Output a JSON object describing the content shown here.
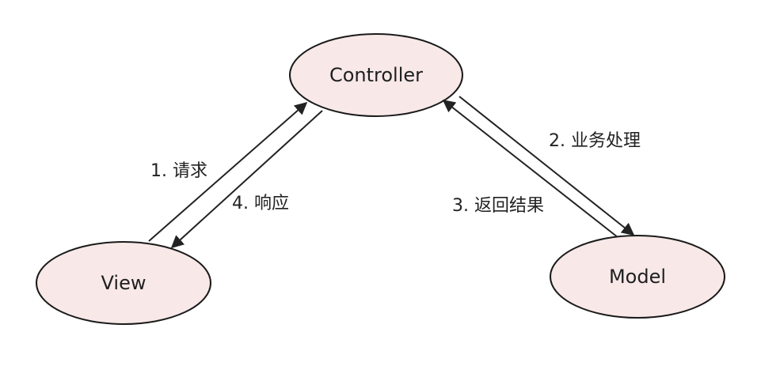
{
  "diagram": {
    "nodes": {
      "controller": "Controller",
      "view": "View",
      "model": "Model"
    },
    "edges": {
      "request": "1. 请求",
      "business": "2. 业务处理",
      "return_result": "3. 返回结果",
      "response": "4. 响应"
    },
    "colors": {
      "node_fill": "#f8e8e8",
      "stroke": "#1a1a1a"
    }
  }
}
